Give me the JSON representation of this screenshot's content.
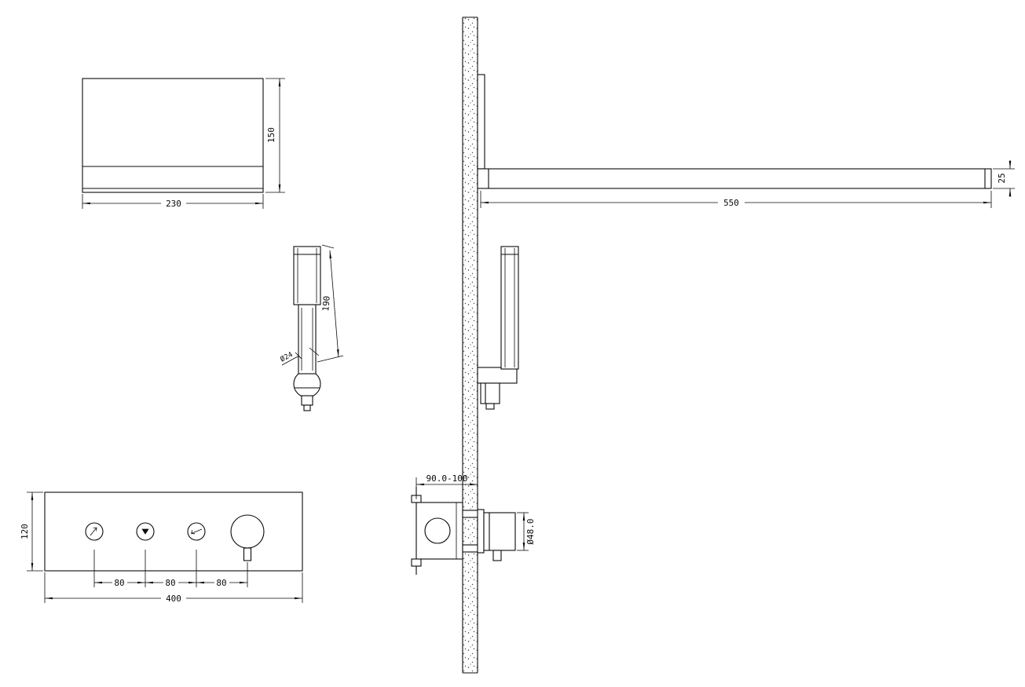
{
  "page": {
    "background": "#ffffff",
    "line_color": "#0a0a0a"
  },
  "views": {
    "head_front": {
      "width": "230",
      "height": "150"
    },
    "arm_side": {
      "length": "550",
      "thickness": "25"
    },
    "hand_shower_front": {
      "length": "190",
      "diameter": "Ø24"
    },
    "panel_front": {
      "height": "120",
      "pitches": [
        "80",
        "80",
        "80"
      ],
      "width": "400"
    },
    "valve_side": {
      "depth_range": "90.0-100",
      "diameter": "Ø48.0"
    }
  }
}
